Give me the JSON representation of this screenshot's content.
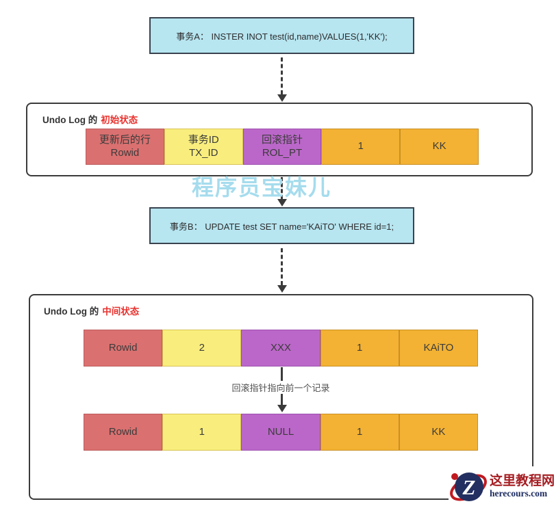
{
  "transaction_a": {
    "text": "事务A： INSTER INOT test(id,name)VALUES(1,'KK');"
  },
  "transaction_b": {
    "text": "事务B： UPDATE test SET name='KAiTO' WHERE id=1;"
  },
  "undo_log_initial": {
    "title_prefix": "Undo Log 的",
    "title_highlight": "初始状态",
    "row": [
      {
        "line1": "更新后的行",
        "line2": "Rowid",
        "color": "red"
      },
      {
        "line1": "事务ID",
        "line2": "TX_ID",
        "color": "yellow"
      },
      {
        "line1": "回滚指针",
        "line2": "ROL_PT",
        "color": "purple"
      },
      {
        "line1": "1",
        "line2": "",
        "color": "orange"
      },
      {
        "line1": "KK",
        "line2": "",
        "color": "orange"
      }
    ]
  },
  "undo_log_middle": {
    "title_prefix": "Undo Log 的",
    "title_highlight": "中间状态",
    "row1": [
      {
        "text": "Rowid",
        "color": "red"
      },
      {
        "text": "2",
        "color": "yellow"
      },
      {
        "text": "XXX",
        "color": "purple"
      },
      {
        "text": "1",
        "color": "orange"
      },
      {
        "text": "KAiTO",
        "color": "orange"
      }
    ],
    "arrow_label": "回滚指针指向前一个记录",
    "row2": [
      {
        "text": "Rowid",
        "color": "red"
      },
      {
        "text": "1",
        "color": "yellow"
      },
      {
        "text": "NULL",
        "color": "purple"
      },
      {
        "text": "1",
        "color": "orange"
      },
      {
        "text": "KK",
        "color": "orange"
      }
    ]
  },
  "watermark": "程序员宝妹儿",
  "logo": {
    "letter": "Z",
    "site_name": "这里教程网",
    "site_url": "herecours.com"
  },
  "colors": {
    "sql_box_fill": "#b7e5f0",
    "sql_box_border": "#39434e",
    "cell_red": "#db7070",
    "cell_yellow": "#f9ee7d",
    "cell_purple": "#bb67c9",
    "cell_orange": "#f3b233",
    "title_highlight_red": "#e8322e",
    "watermark_blue": "#a5dced",
    "logo_red": "#a51e23",
    "logo_navy": "#1b2a5f"
  }
}
